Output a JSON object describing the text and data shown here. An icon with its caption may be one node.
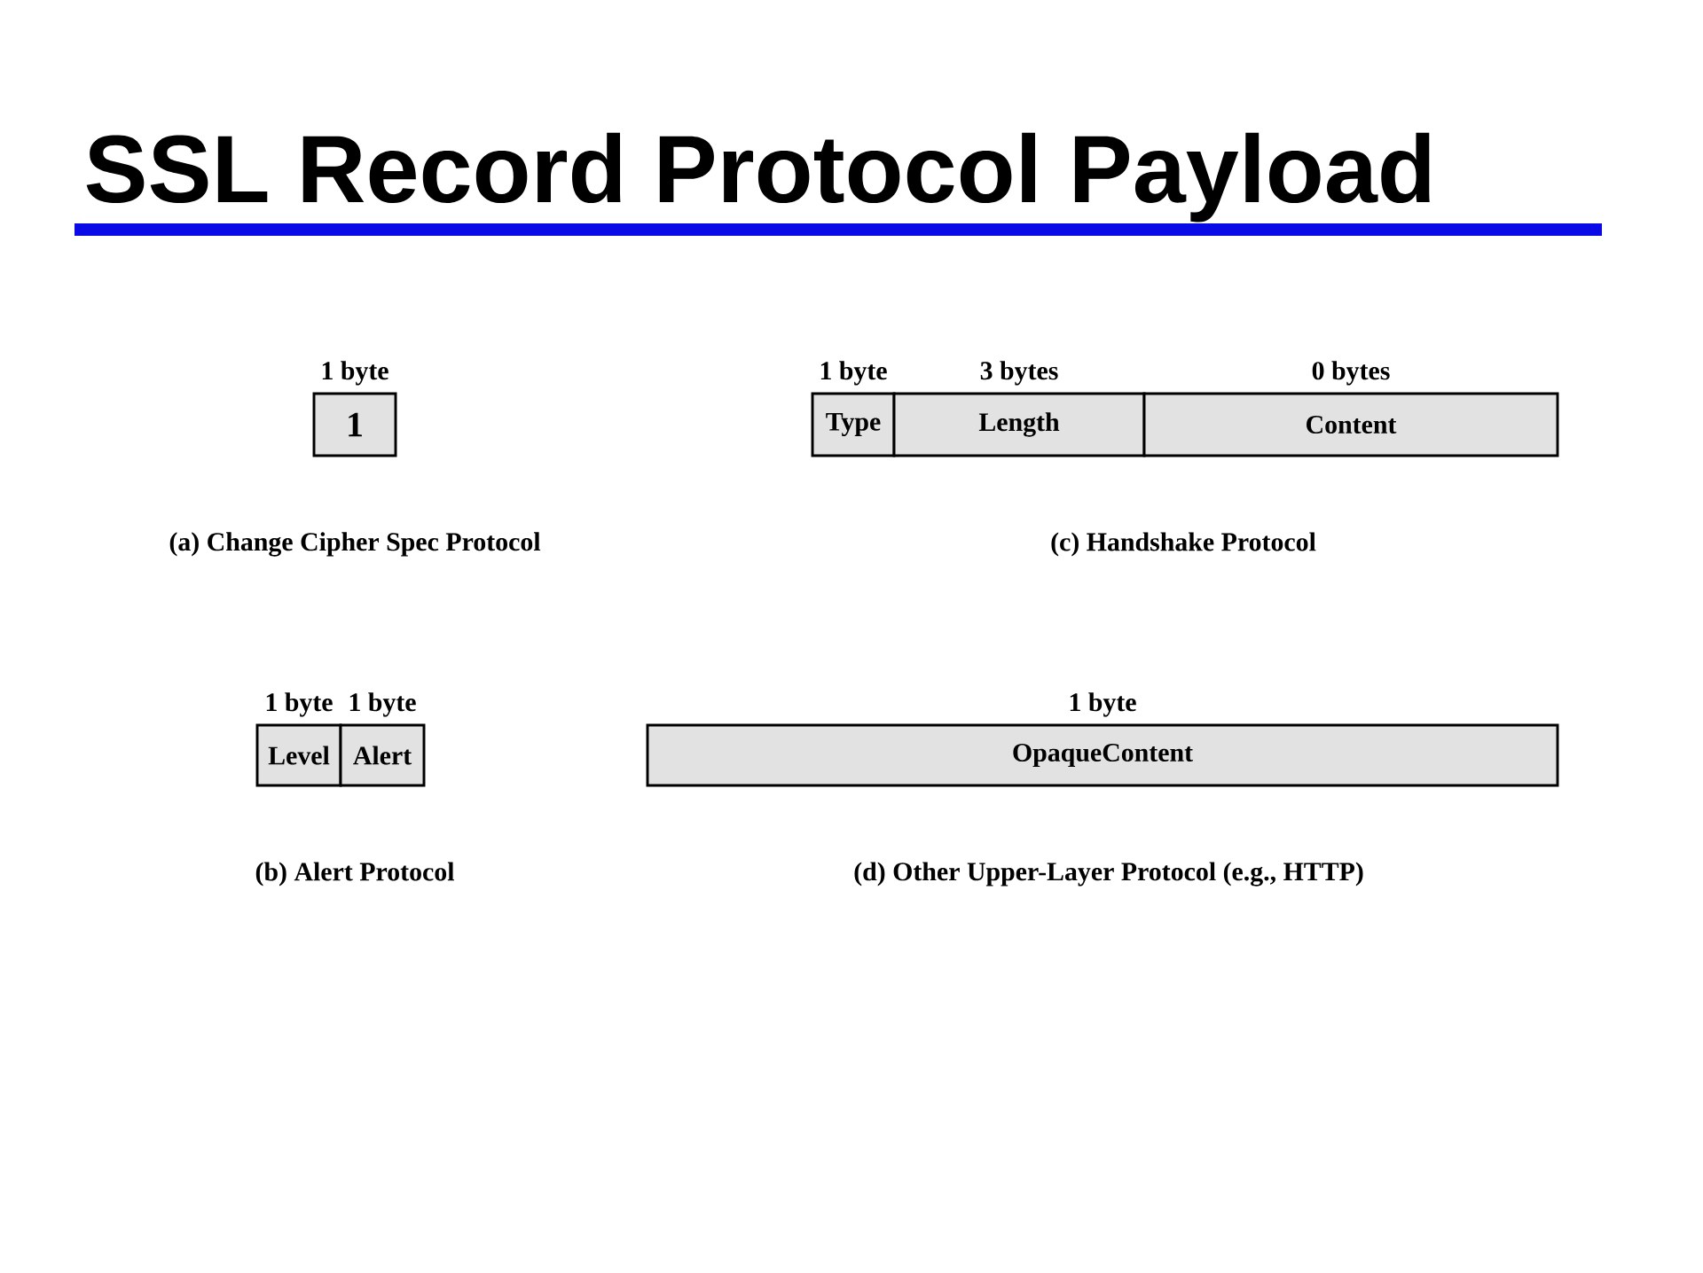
{
  "diagram": {
    "title": "SSL Record Protocol Payload",
    "nodes": [
      {
        "text": [
          "1"
        ],
        "beside": [
          "1 byte"
        ]
      },
      {
        "text": [
          "Type"
        ],
        "beside": [
          "1 byte"
        ]
      },
      {
        "text": [
          "Length"
        ],
        "beside": [
          "3 bytes"
        ]
      },
      {
        "text": [
          "Content"
        ],
        "beside": [
          "0 bytes"
        ]
      },
      {
        "text": [
          "Level"
        ],
        "beside": [
          "1 byte"
        ]
      },
      {
        "text": [
          "Alert"
        ],
        "beside": [
          "1 byte"
        ]
      },
      {
        "text": [
          "OpaqueContent"
        ],
        "beside": [
          "1 byte"
        ]
      }
    ],
    "labels": [
      "(a) Change Cipher Spec Protocol",
      "(c) Handshake Protocol",
      "(b) Alert Protocol",
      "(d) Other Upper-Layer Protocol (e.g., HTTP)"
    ]
  }
}
